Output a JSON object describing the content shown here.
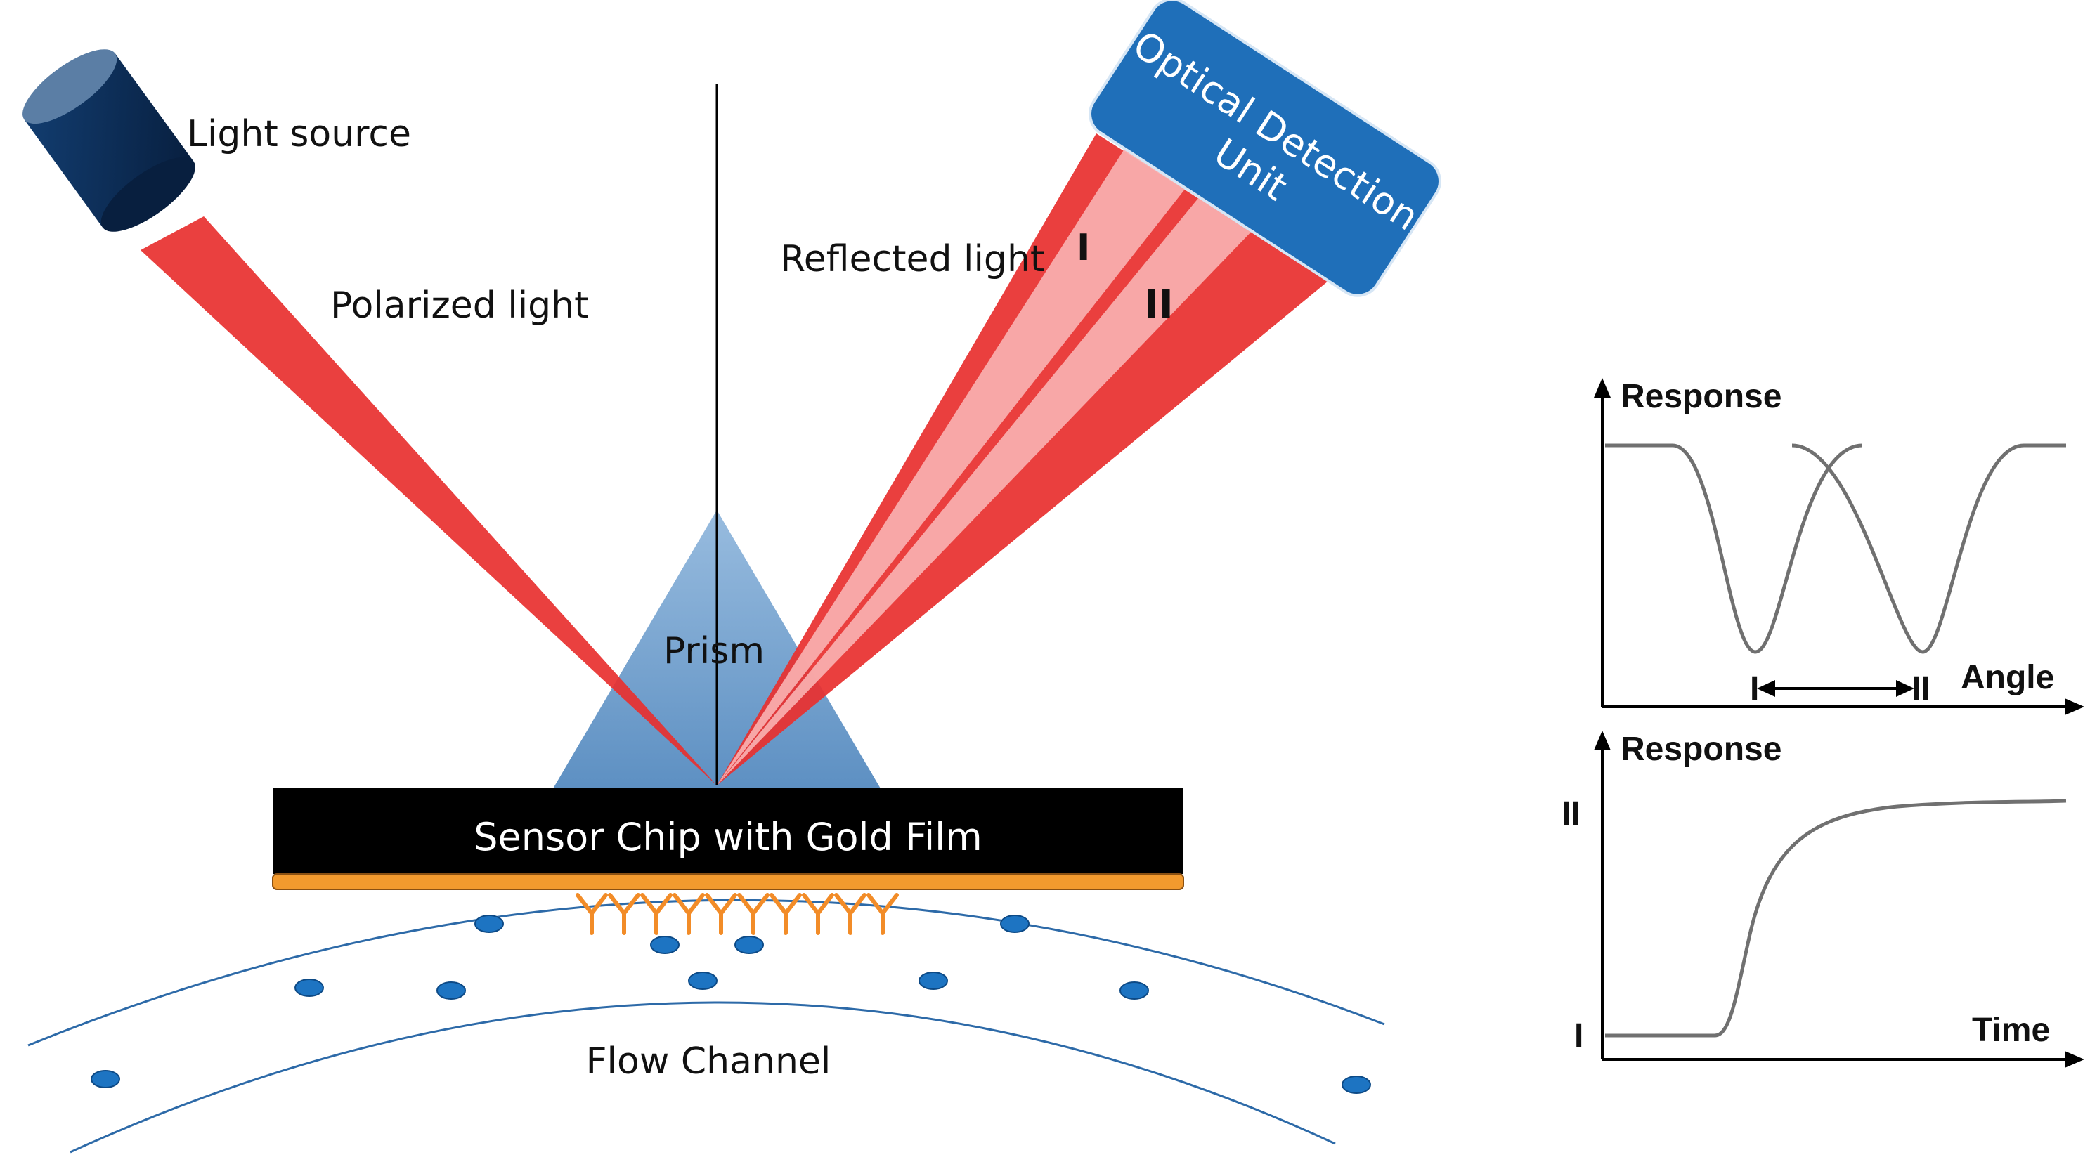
{
  "colors": {
    "beam_red": "#e8302f",
    "beam_light": "#f8b0b0",
    "source_navy": "#0c2d57",
    "detector_blue": "#1f6fb9",
    "prism_blue": "#6e9bc8",
    "chip_black": "#000000",
    "gold_film": "#f29a2e",
    "antibody_orange": "#f28c28",
    "particle_blue": "#1d74c2",
    "channel_line": "#2d6aa8",
    "curve_gray": "#707070"
  },
  "labels": {
    "light_source": "Light source",
    "polarized_light": "Polarized light",
    "reflected_light": "Reflected light",
    "reflected_I": "I",
    "reflected_II": "II",
    "prism": "Prism",
    "sensor_chip": "Sensor Chip with Gold Film",
    "flow_channel": "Flow Channel",
    "odu_line1": "Optical Detection",
    "odu_line2": "Unit"
  },
  "graphs": {
    "top": {
      "ylabel": "Response",
      "xlabel": "Angle",
      "mark_I": "I",
      "mark_II": "II"
    },
    "bottom": {
      "ylabel": "Response",
      "xlabel": "Time",
      "level_I": "I",
      "level_II": "II"
    }
  }
}
